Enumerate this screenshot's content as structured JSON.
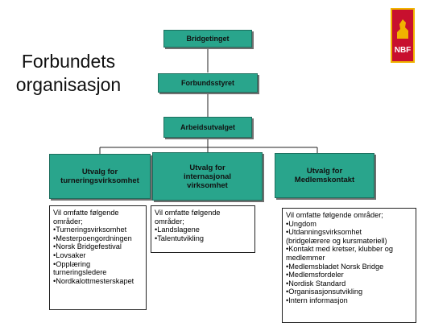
{
  "title": {
    "line1": "Forbundets",
    "line2": "organisasjon"
  },
  "logo": {
    "text": "NBF",
    "colors": {
      "red": "#c8102e",
      "gold": "#f0b400"
    }
  },
  "colors": {
    "box_fill": "#29a58c",
    "box_border": "#1d6f5e",
    "shadow": "#6f6f6f"
  },
  "hierarchy": {
    "level1": "Bridgetinget",
    "level2": "Forbundsstyret",
    "level3": "Arbeidsutvalget"
  },
  "committees": [
    {
      "line1": "Utvalg for",
      "line2": "turneringsvirksomhet",
      "line3": "",
      "list": [
        "Vil omfatte følgende",
        "områder;",
        "•Turneringsvirksomhet",
        "•Mesterpoengordningen",
        "•Norsk Bridgefestival",
        "•Lovsaker",
        "•Opplæring",
        "turneringsledere",
        "•Nordkalottmesterskapet"
      ]
    },
    {
      "line1": "Utvalg for",
      "line2": "internasjonal",
      "line3": "virksomhet",
      "list": [
        "Vil omfatte følgende",
        "områder;",
        "•Landslagene",
        "•Talentutvikling"
      ]
    },
    {
      "line1": "Utvalg for",
      "line2": "Medlemskontakt",
      "line3": "",
      "list": [
        "Vil omfatte følgende områder;",
        "•Ungdom",
        "•Utdanningsvirksomhet",
        "(bridgelærere og kursmateriell)",
        "•Kontakt med kretser, klubber og",
        "medlemmer",
        "•Medlemsbladet Norsk Bridge",
        "•Medlemsfordeler",
        "•Nordisk Standard",
        "•Organisasjonsutvikling",
        "•Intern informasjon"
      ]
    }
  ]
}
